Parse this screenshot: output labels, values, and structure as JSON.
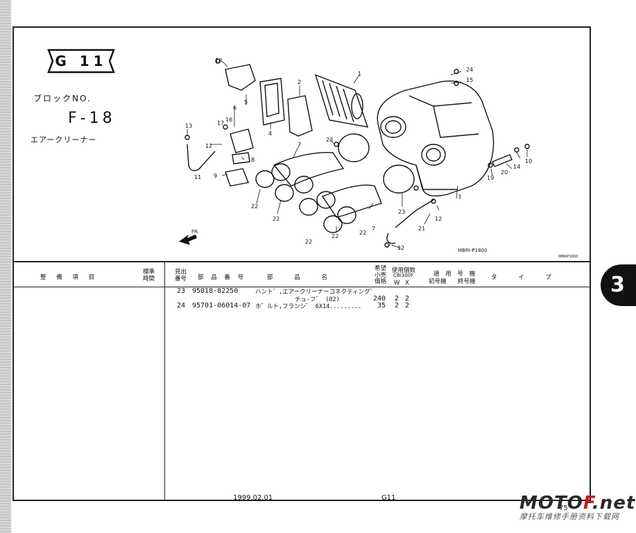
{
  "header": {
    "group_badge": "G 11",
    "block_label": "ブロックNO.",
    "block_code": "F-18",
    "block_name": "エアークリーナー"
  },
  "diagram": {
    "drawing_code": "MBRI-P1800",
    "small_code": "MBRIP1800",
    "callouts": [
      "18",
      "1",
      "2",
      "24",
      "15",
      "5",
      "4",
      "6",
      "17",
      "16",
      "13",
      "12",
      "7",
      "23",
      "8",
      "9",
      "22",
      "22",
      "22",
      "22",
      "22",
      "11",
      "7",
      "23",
      "3",
      "20",
      "14",
      "10",
      "19",
      "21",
      "12",
      "12",
      "FR."
    ]
  },
  "table": {
    "headers": {
      "maintenance_item": "整 備 項 目",
      "standard_time": "標準\n時間",
      "ref_no": "見出\n番号",
      "part_no": "部 品 番 号",
      "part_name": "部 品 名",
      "price_group": "希望\n小売\n価格",
      "usage_label": "使用個数",
      "model_code": "CBI300F",
      "col_w": "W",
      "col_x": "X",
      "applicable": "適 用 号 機",
      "first_no": "初号機",
      "last_no": "終号機",
      "type": "タ イ プ"
    },
    "rows": [
      {
        "ref": "23",
        "part_no": "95018-82250",
        "name": "ハント゛,エアークリーナーコネクティング゛",
        "name2": "チュ-フ゛ (82)",
        "price": "240",
        "w": "2",
        "x": "2"
      },
      {
        "ref": "24",
        "part_no": "95701-06014-07",
        "name": "ホ゛ルト,フランシ゛ 6X14.........",
        "name2": "",
        "price": "35",
        "w": "2",
        "x": "2"
      }
    ]
  },
  "footer": {
    "date": "1999.02.01",
    "group": "G11",
    "page": "75"
  },
  "side_tab": "3",
  "watermark": {
    "main_prefix": "MOTO",
    "main_accent": "F",
    "main_suffix": ".net",
    "sub": "摩托车维修手册资料下载网"
  }
}
